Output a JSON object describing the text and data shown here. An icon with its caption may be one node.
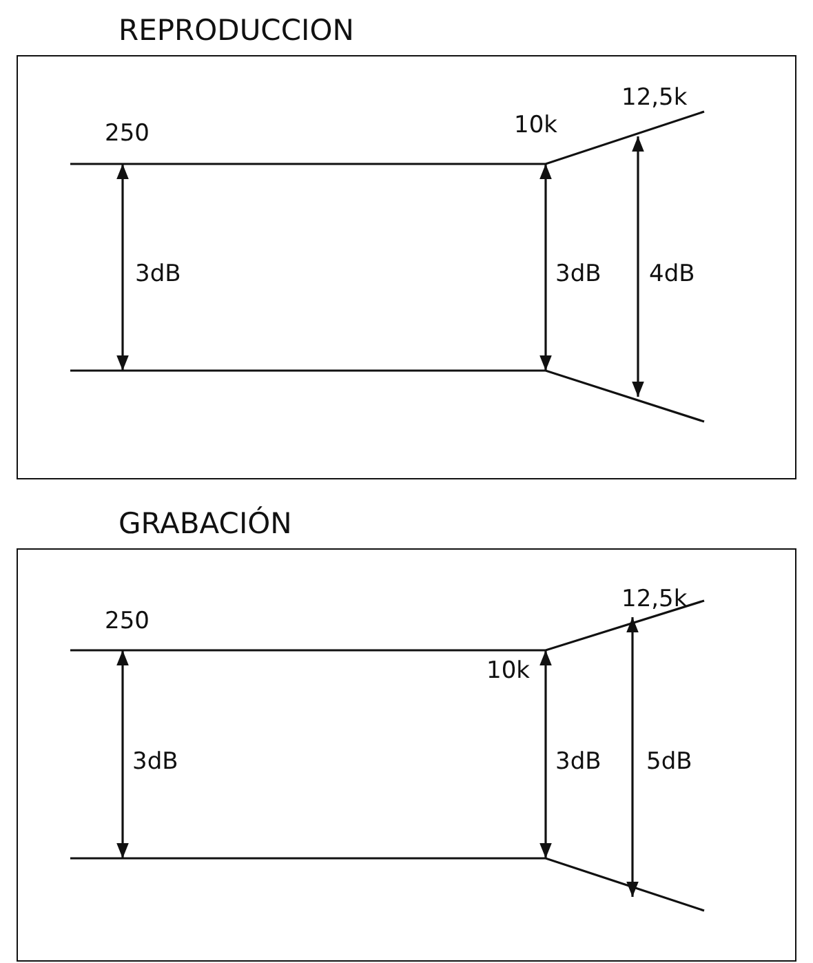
{
  "diagram": {
    "nodes": [
      {
        "text": [
          "REPRODUCCION"
        ]
      },
      {
        "text": [
          "GRABACIÓN"
        ]
      }
    ],
    "labels": [
      "250",
      "3dB",
      "10k",
      "12,5k",
      "3dB",
      "4dB",
      "250",
      "3dB",
      "10k",
      "12,5k",
      "3dB",
      "5dB"
    ]
  }
}
